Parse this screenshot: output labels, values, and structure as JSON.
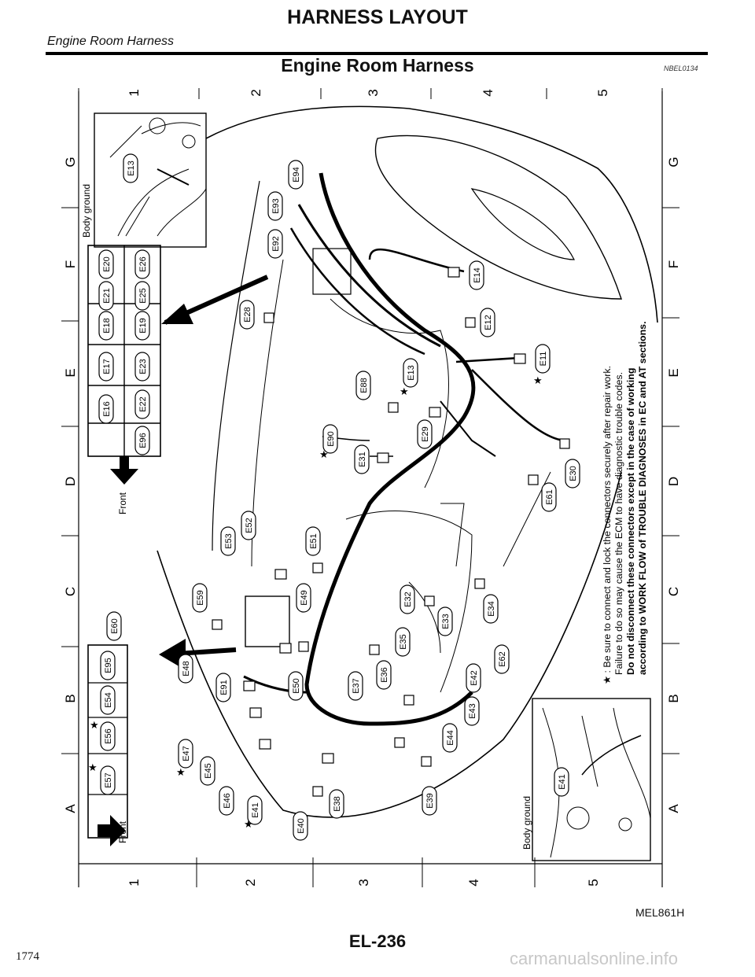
{
  "header": {
    "title": "HARNESS LAYOUT",
    "subtitle": "Engine Room Harness"
  },
  "figure": {
    "title": "Engine Room Harness",
    "code": "NBEL0134",
    "id": "MEL861H",
    "grid_cols": [
      "1",
      "2",
      "3",
      "4",
      "5"
    ],
    "grid_rows": [
      "A",
      "B",
      "C",
      "D",
      "E",
      "F",
      "G"
    ],
    "body_ground_label": "Body ground",
    "front_label": "Front",
    "star": "★",
    "note_lines": [
      "★ : Be sure to connect and lock the connectors securely after repair work.",
      "Failure to do so may cause the ECM to have diagnostic trouble codes.",
      "Do not disconnect these connectors except in the case of working",
      "according to WORK FLOW of TROUBLE DIAGNOSES in EC and AT sections."
    ],
    "inset_grid_1": [
      "E16",
      "E17",
      "E18",
      "E21",
      "E20",
      "E96",
      "E22",
      "E23",
      "E19",
      "E25",
      "E26"
    ],
    "inset_grid_2": [
      "E60",
      "E95",
      "E54",
      "E56",
      "E57"
    ],
    "connectors": [
      "E13",
      "E94",
      "E93",
      "E92",
      "E28",
      "E14",
      "E12",
      "E11",
      "E88",
      "E13",
      "E90",
      "E31",
      "E29",
      "E30",
      "E61",
      "E53",
      "E52",
      "E51",
      "E49",
      "E59",
      "E48",
      "E91",
      "E50",
      "E47",
      "E45",
      "E46",
      "E41",
      "E40",
      "E38",
      "E37",
      "E36",
      "E35",
      "E32",
      "E33",
      "E34",
      "E62",
      "E42",
      "E43",
      "E44",
      "E39",
      "E41"
    ]
  },
  "footer": {
    "page_label": "EL-236",
    "side_number": "1774",
    "watermark": "carmanualsonline.info"
  }
}
